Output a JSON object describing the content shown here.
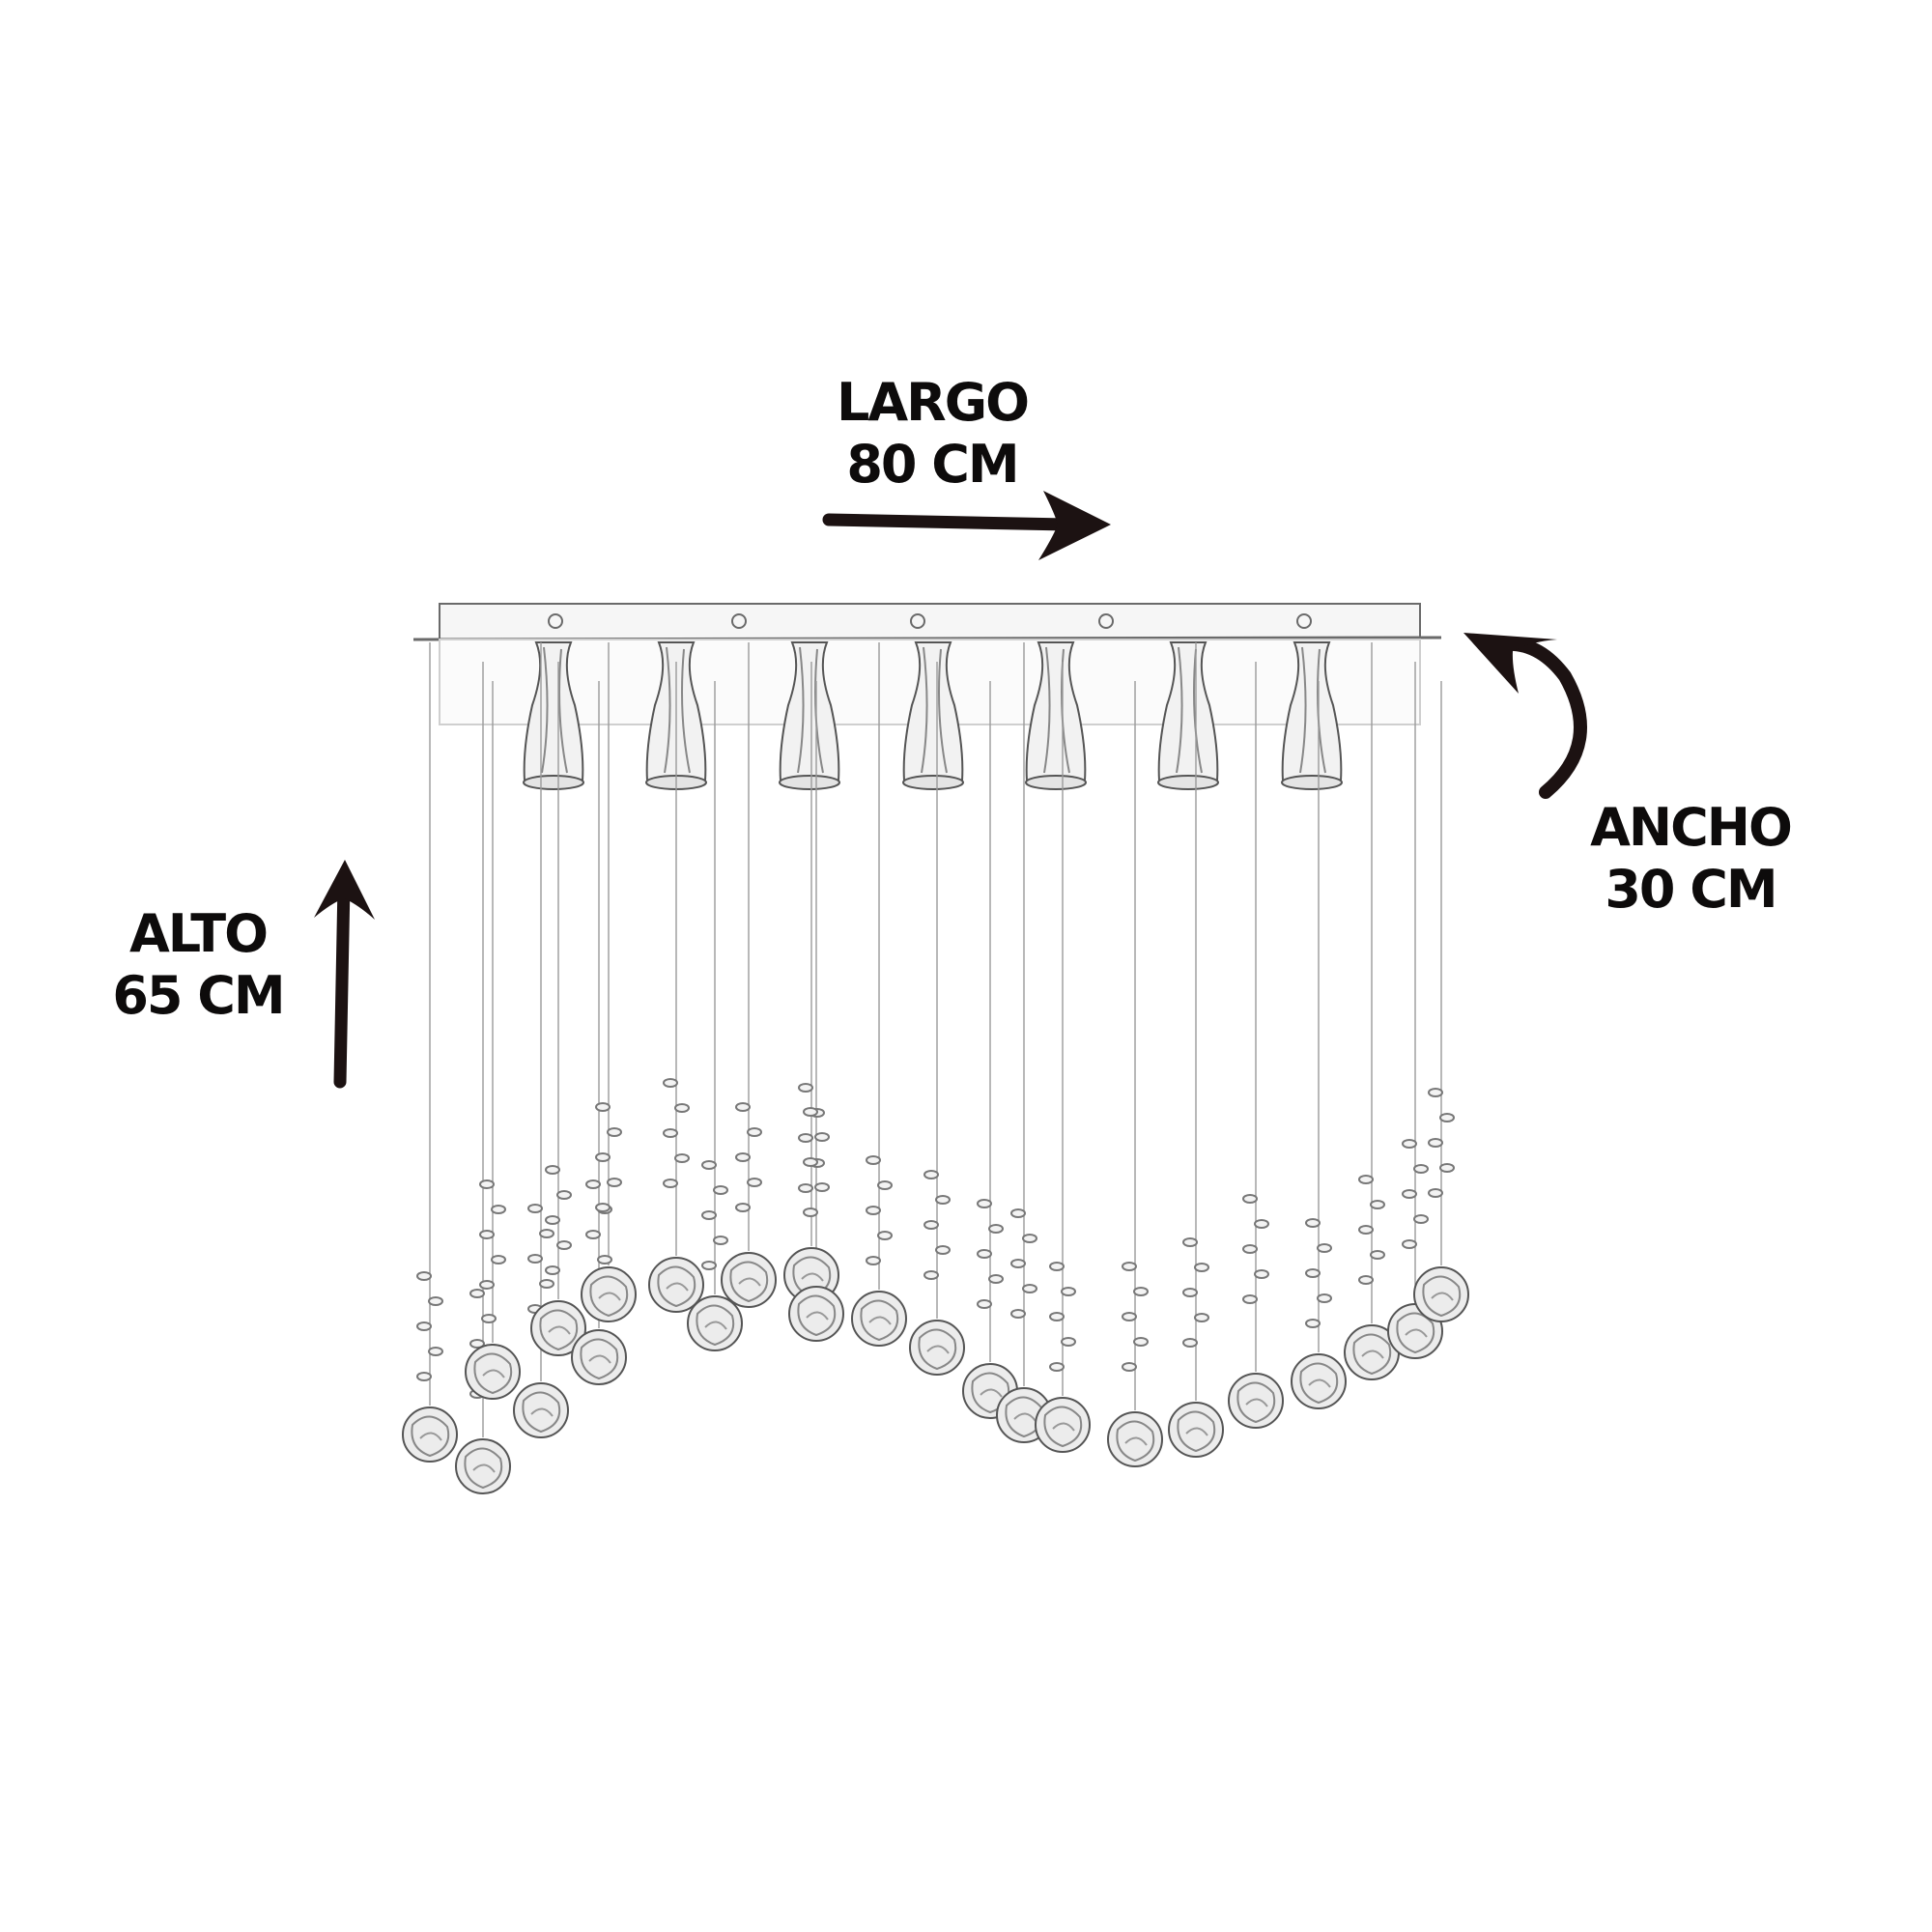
{
  "dimensions": {
    "largo": {
      "label": "LARGO",
      "value": "80 CM"
    },
    "alto": {
      "label": "ALTO",
      "value": "65 CM"
    },
    "ancho": {
      "label": "ANCHO",
      "value": "30 CM"
    }
  },
  "colors": {
    "arrow": "#1c1212",
    "sketch": "#6a6a6a",
    "text": "#0d0b0b"
  },
  "icons": {
    "largo_arrow": "arrow-right-icon",
    "alto_arrow": "arrow-up-icon",
    "ancho_arrow": "curved-arrow-icon"
  }
}
